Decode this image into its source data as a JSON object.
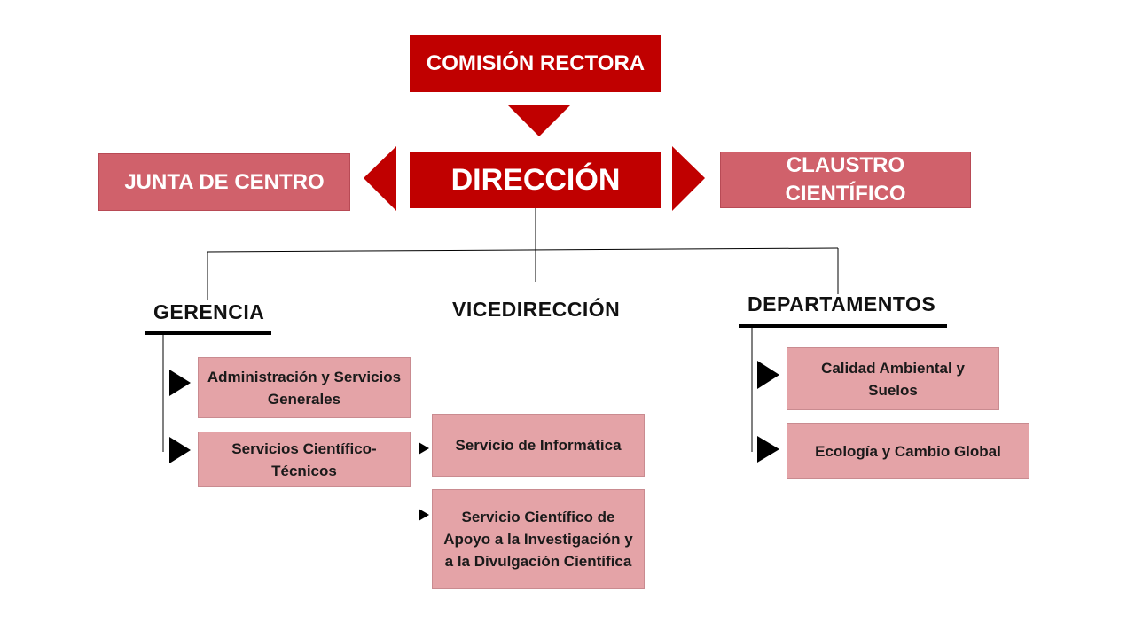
{
  "top": {
    "comision": "COMISIÓN RECTORA"
  },
  "middle": {
    "junta": "JUNTA DE CENTRO",
    "direccion": "DIRECCIÓN",
    "claustro": "CLAUSTRO CIENTÍFICO"
  },
  "headings": {
    "gerencia": "GERENCIA",
    "vicedireccion": "VICEDIRECCIÓN",
    "departamentos": "DEPARTAMENTOS"
  },
  "gerencia_items": [
    "Administración y Servicios Generales",
    "Servicios Científico-Técnicos"
  ],
  "servicios_items": [
    "Servicio de Informática",
    "Servicio Científico de Apoyo a la Investigación y a la Divulgación Científica"
  ],
  "departamentos_items": [
    "Calidad Ambiental y Suelos",
    "Ecología y Cambio Global"
  ],
  "colors": {
    "dark_red": "#c00000",
    "mid_red": "#d0616b",
    "light_pink": "#e4a3a7"
  }
}
